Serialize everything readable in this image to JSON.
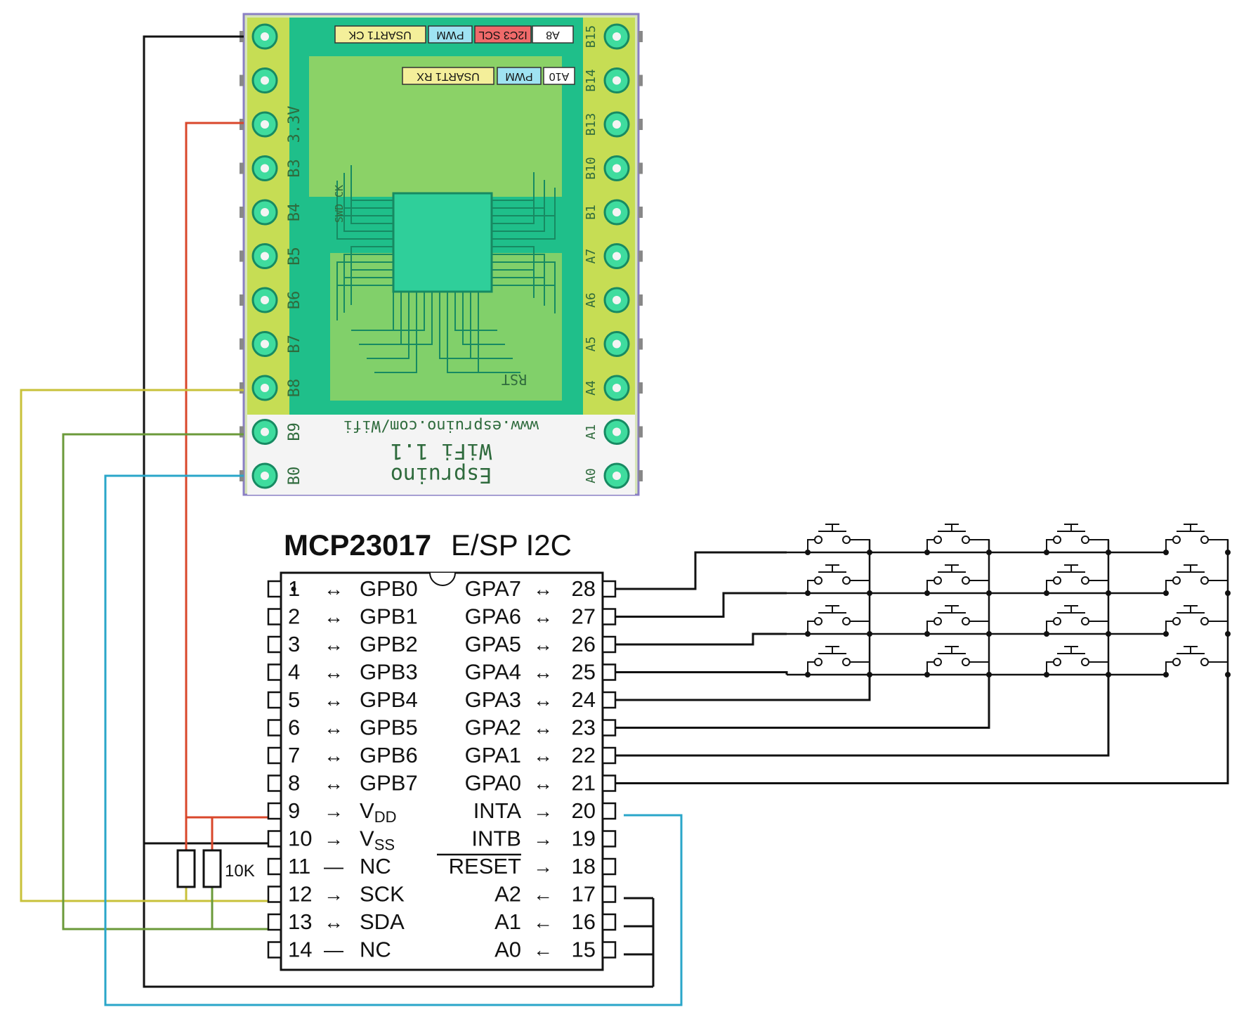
{
  "board": {
    "name_line1": "Espruino",
    "name_line2": "WiFi 1.1",
    "url": "www.espruino.com/Wifi",
    "rst_label": "RST",
    "swd_label": "SWD CK",
    "left_pins": [
      "",
      "",
      "3.3V",
      "B3",
      "B4",
      "B5",
      "B6",
      "B7",
      "B8",
      "B9",
      "B0"
    ],
    "right_pins": [
      "B15",
      "B14",
      "B13",
      "B10",
      "B1",
      "A7",
      "A6",
      "A5",
      "A4",
      "A1",
      "A0"
    ],
    "tags_row1": [
      "A8",
      "I2C3 SCL",
      "PWM",
      "USART1 CK"
    ],
    "tags_row2": [
      "A10",
      "PWM",
      "USART1 RX"
    ]
  },
  "chip": {
    "title_bold": "MCP23017",
    "title_rest": "E/SP I2C",
    "left": [
      {
        "num": "1",
        "arrow": "↔",
        "name": "GPB0"
      },
      {
        "num": "2",
        "arrow": "↔",
        "name": "GPB1"
      },
      {
        "num": "3",
        "arrow": "↔",
        "name": "GPB2"
      },
      {
        "num": "4",
        "arrow": "↔",
        "name": "GPB3"
      },
      {
        "num": "5",
        "arrow": "↔",
        "name": "GPB4"
      },
      {
        "num": "6",
        "arrow": "↔",
        "name": "GPB5"
      },
      {
        "num": "7",
        "arrow": "↔",
        "name": "GPB6"
      },
      {
        "num": "8",
        "arrow": "↔",
        "name": "GPB7"
      },
      {
        "num": "9",
        "arrow": "→",
        "name": "V",
        "sub": "DD"
      },
      {
        "num": "10",
        "arrow": "→",
        "name": "V",
        "sub": "SS"
      },
      {
        "num": "11",
        "arrow": "—",
        "name": "NC"
      },
      {
        "num": "12",
        "arrow": "→",
        "name": "SCK"
      },
      {
        "num": "13",
        "arrow": "↔",
        "name": "SDA"
      },
      {
        "num": "14",
        "arrow": "—",
        "name": "NC"
      }
    ],
    "right": [
      {
        "num": "28",
        "arrow": "↔",
        "name": "GPA7"
      },
      {
        "num": "27",
        "arrow": "↔",
        "name": "GPA6"
      },
      {
        "num": "26",
        "arrow": "↔",
        "name": "GPA5"
      },
      {
        "num": "25",
        "arrow": "↔",
        "name": "GPA4"
      },
      {
        "num": "24",
        "arrow": "↔",
        "name": "GPA3"
      },
      {
        "num": "23",
        "arrow": "↔",
        "name": "GPA2"
      },
      {
        "num": "22",
        "arrow": "↔",
        "name": "GPA1"
      },
      {
        "num": "21",
        "arrow": "↔",
        "name": "GPA0"
      },
      {
        "num": "20",
        "arrow": "→",
        "name": "INTA"
      },
      {
        "num": "19",
        "arrow": "→",
        "name": "INTB"
      },
      {
        "num": "18",
        "arrow": "→",
        "name": "RESET"
      },
      {
        "num": "17",
        "arrow": "←",
        "name": "A2"
      },
      {
        "num": "16",
        "arrow": "←",
        "name": "A1"
      },
      {
        "num": "15",
        "arrow": "←",
        "name": "A0"
      }
    ]
  },
  "resistor_label": "10K",
  "colors": {
    "gnd": "#111111",
    "vcc": "#d9472b",
    "scl": "#c8c13a",
    "sda": "#6b9a3a",
    "int": "#2aa6c9",
    "pcb_green": "#1fbf8a",
    "pcb_yellow": "#e4e24a",
    "board_outline": "#8a7fc4"
  },
  "keypad": {
    "rows": 4,
    "cols": 4
  }
}
